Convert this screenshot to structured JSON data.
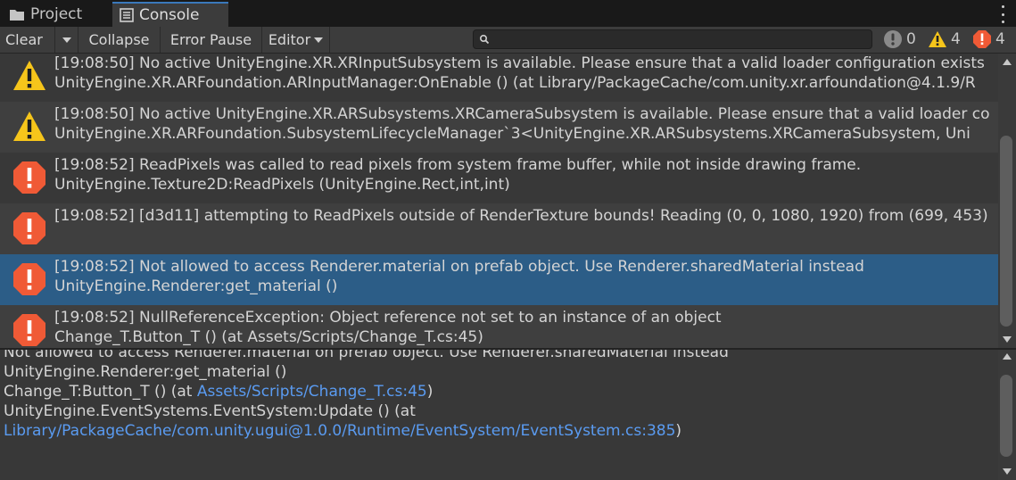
{
  "tabs": [
    {
      "label": "Project",
      "icon": "folder-icon"
    },
    {
      "label": "Console",
      "icon": "console-icon"
    }
  ],
  "toolbar": {
    "clear": "Clear",
    "collapse": "Collapse",
    "error_pause": "Error Pause",
    "editor": "Editor",
    "search_value": ""
  },
  "counters": {
    "info": "0",
    "warn": "4",
    "error": "4"
  },
  "colors": {
    "warning": "#f6c51b",
    "error": "#f05a36",
    "selected_row": "#2c5d87",
    "link": "#5a9bf1"
  },
  "log": [
    {
      "type": "warning",
      "line1": "[19:08:50] No active UnityEngine.XR.XRInputSubsystem is available. Please ensure that a valid loader configuration exists",
      "line2": "UnityEngine.XR.ARFoundation.ARInputManager:OnEnable () (at Library/PackageCache/com.unity.xr.arfoundation@4.1.9/R"
    },
    {
      "type": "warning",
      "line1": "[19:08:50] No active UnityEngine.XR.ARSubsystems.XRCameraSubsystem is available. Please ensure that a valid loader co",
      "line2": "UnityEngine.XR.ARFoundation.SubsystemLifecycleManager`3<UnityEngine.XR.ARSubsystems.XRCameraSubsystem, Uni"
    },
    {
      "type": "error",
      "line1": "[19:08:52] ReadPixels was called to read pixels from system frame buffer, while not inside drawing frame.",
      "line2": "UnityEngine.Texture2D:ReadPixels (UnityEngine.Rect,int,int)"
    },
    {
      "type": "error",
      "line1": "[19:08:52] [d3d11] attempting to ReadPixels outside of RenderTexture bounds! Reading (0, 0, 1080, 1920) from (699, 453)",
      "line2": ""
    },
    {
      "type": "error",
      "selected": true,
      "line1": "[19:08:52] Not allowed to access Renderer.material on prefab object. Use Renderer.sharedMaterial instead",
      "line2": "UnityEngine.Renderer:get_material ()"
    },
    {
      "type": "error",
      "line1": "[19:08:52] NullReferenceException: Object reference not set to an instance of an object",
      "line2": "Change_T.Button_T () (at Assets/Scripts/Change_T.cs:45)"
    }
  ],
  "detail": {
    "line1": "Not allowed to access Renderer.material on prefab object. Use Renderer.sharedMaterial instead",
    "line2": "UnityEngine.Renderer:get_material ()",
    "line3_prefix": "Change_T:Button_T () (at ",
    "line3_link": "Assets/Scripts/Change_T.cs:45",
    "line3_suffix": ")",
    "line4": "UnityEngine.EventSystems.EventSystem:Update () (at",
    "line5_link": "Library/PackageCache/com.unity.ugui@1.0.0/Runtime/EventSystem/EventSystem.cs:385",
    "line5_suffix": ")"
  }
}
